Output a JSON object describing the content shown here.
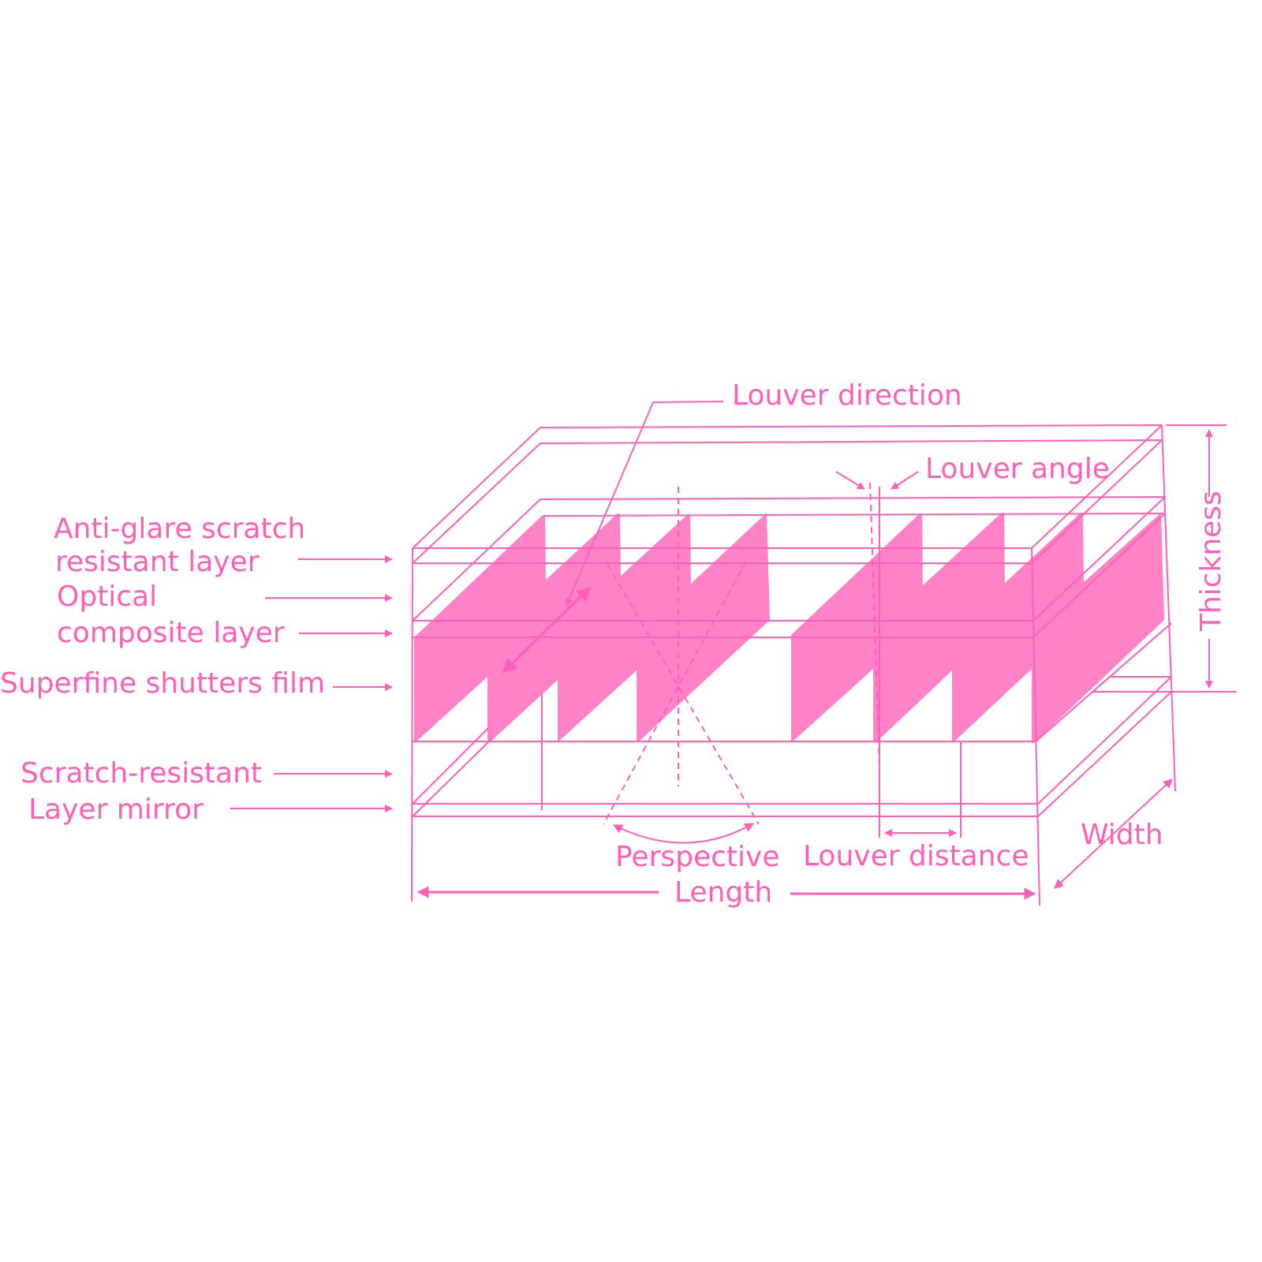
{
  "colors": {
    "line": "#FF5FB8",
    "fill": "#FF82C6"
  },
  "labels": {
    "louver_direction": "Louver direction",
    "louver_angle": "Louver angle",
    "anti_glare_1": "Anti-glare scratch",
    "anti_glare_2": "resistant layer",
    "optical_1": "Optical",
    "optical_2": "composite layer",
    "superfine": "Superfine shutters film",
    "scratch_resistant": "Scratch-resistant",
    "layer_mirror": "Layer mirror",
    "perspective": "Perspective",
    "louver_distance": "Louver distance",
    "length": "Length",
    "width": "Width",
    "thickness": "Thickness"
  }
}
